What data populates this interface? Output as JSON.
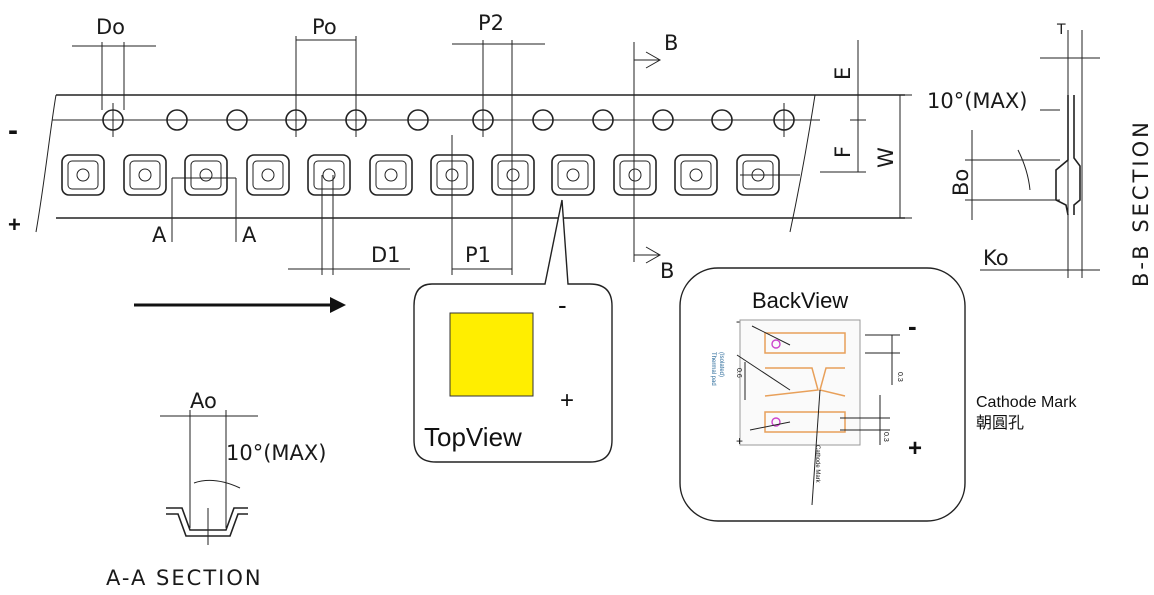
{
  "dims": {
    "do": "Do",
    "po": "Po",
    "p2": "P2",
    "b": "B",
    "e": "E",
    "f": "F",
    "w": "W",
    "t": "T",
    "angle": "10°(MAX)",
    "bo": "Bo",
    "ko": "Ko",
    "bb_section": "B-B SECTION",
    "a": "A",
    "d1": "D1",
    "p1": "P1",
    "ao": "Ao",
    "aa_section": "A-A SECTION"
  },
  "polarity": {
    "minus": "-",
    "plus": "+"
  },
  "top_view": {
    "title": "TopView",
    "minus": "-",
    "plus": "+",
    "pad_color": "#ffee00"
  },
  "back_view": {
    "title": "BackView",
    "minus": "-",
    "plus": "+",
    "small_minus": "-",
    "small_plus": "+",
    "thermal_pad": "Thermal pad",
    "isolated": "(Isolated)",
    "cathode_mark": "Cathode Mark",
    "dim_06": "0.6",
    "dim_03a": "0.3",
    "dim_03b": "0.3",
    "pad_outline_color": "#e8a05a",
    "mark_color": "#cc44cc"
  },
  "cathode_note": {
    "en": "Cathode Mark",
    "zh": "朝圓孔"
  }
}
